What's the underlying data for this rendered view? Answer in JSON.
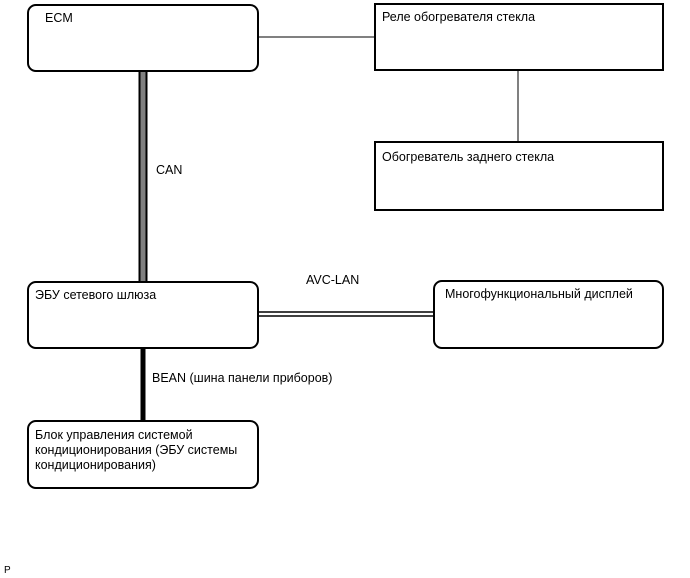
{
  "nodes": {
    "ecm": "ECM",
    "defogger_relay": "Реле обогревателя стекла",
    "rear_defogger": "Обогреватель заднего стекла",
    "gateway_ecu": "ЭБУ сетевого шлюза",
    "multi_display": "Многофункциональный дисплей",
    "ac_ecu": "Блок управления системой\nкондиционирования (ЭБУ системы\nкондиционирования)"
  },
  "buses": {
    "can": "CAN",
    "avc_lan": "AVC-LAN",
    "bean": "BEAN (шина панели приборов)"
  },
  "footer": {
    "marker": "P"
  }
}
